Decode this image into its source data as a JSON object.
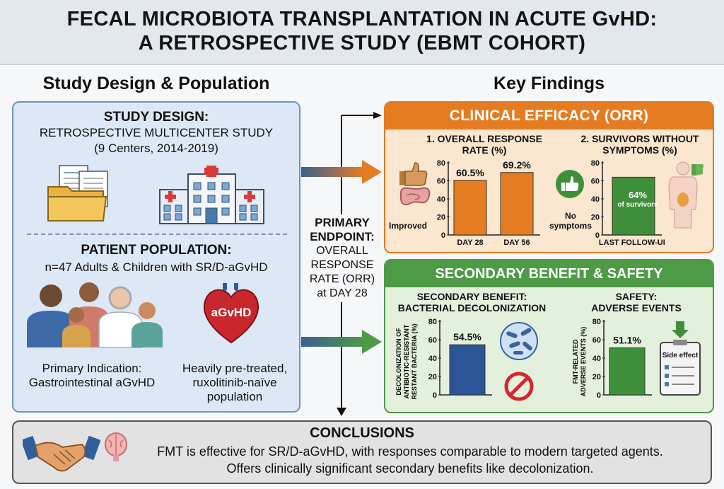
{
  "header": {
    "title_line1": "FECAL MICROBIOTA TRANSPLANTATION IN ACUTE GvHD:",
    "title_line2": "A RETROSPECTIVE STUDY (EBMT COHORT)"
  },
  "left": {
    "section_title": "Study Design & Population",
    "design_heading": "STUDY DESIGN:",
    "design_line1": "RETROSPECTIVE MULTICENTER STUDY",
    "design_line2": "(9 Centers, 2014-2019)",
    "population_heading": "PATIENT POPULATION:",
    "population_line": "n=47 Adults & Children with SR/D-aGvHD",
    "heart_label": "aGvHD",
    "indication_line1": "Primary Indication:",
    "indication_line2": "Gastrointestinal aGvHD",
    "pretreated_line1": "Heavily pre-treated,",
    "pretreated_line2": "ruxolitinib-naïve",
    "pretreated_line3": "population"
  },
  "endpoint": {
    "line1": "PRIMARY",
    "line2": "ENDPOINT:",
    "line3": "OVERALL",
    "line4": "RESPONSE",
    "line5": "RATE (ORR)",
    "line6": "at DAY 28"
  },
  "right": {
    "section_title": "Key Findings",
    "efficacy": {
      "header": "CLINICAL EFFICACY (ORR)",
      "orr_title_line1": "1. OVERALL RESPONSE",
      "orr_title_line2": "RATE (%)",
      "orr_icon_label": "Improved",
      "surv_title_line1": "2. SURVIVORS WITHOUT",
      "surv_title_line2": "SYMPTOMS (%)",
      "surv_icon_label_line1": "No",
      "surv_icon_label_line2": "symptoms",
      "surv_bar_label_line1": "64%",
      "surv_bar_label_line2": "of survivors"
    },
    "secondary": {
      "header": "SECONDARY BENEFIT & SAFETY",
      "benefit_title_line1": "SECONDARY BENEFIT:",
      "benefit_title_line2": "BACTERIAL DECOLONIZATION",
      "benefit_ylabel_line1": "DECOLONIZATION OF",
      "benefit_ylabel_line2": "ANTIBIOTIC-RESISTANT",
      "benefit_ylabel_line3": "RESTANT BACTERIA (%)",
      "safety_title_line1": "SAFETY:",
      "safety_title_line2": "ADVERSE EVENTS",
      "safety_ylabel_line1": "FMT-RELATED",
      "safety_ylabel_line2": "ADVERSE EVENTS (%)",
      "clipboard_label": "Side effect"
    }
  },
  "conclusions": {
    "heading": "CONCLUSIONS",
    "line1": "FMT is effective for SR/D-aGvHD, with responses comparable to modern targeted agents.",
    "line2": "Offers clinically significant secondary benefits like decolonization."
  },
  "colors": {
    "orange": "#e67c22",
    "green": "#4e9a47",
    "blue": "#2b5597",
    "left_bg": "#dce8f5"
  },
  "chart_data": [
    {
      "type": "bar",
      "categories": [
        "DAY 28",
        "DAY 56"
      ],
      "values": [
        60.5,
        69.2
      ],
      "value_labels": [
        "60.5%",
        "69.2%"
      ],
      "ylim": [
        0,
        80
      ],
      "yticks": [
        "0",
        "20",
        "40",
        "60",
        "80"
      ],
      "color": "#e67c22"
    },
    {
      "type": "bar",
      "categories": [
        "LAST FOLLOW-UP"
      ],
      "values": [
        64
      ],
      "ylim": [
        0,
        80
      ],
      "yticks": [
        "0",
        "20",
        "40",
        "60",
        "80"
      ],
      "color": "#3f8f3a"
    },
    {
      "type": "bar",
      "categories": [
        ""
      ],
      "values": [
        54.5
      ],
      "value_labels": [
        "54.5%"
      ],
      "ylim": [
        0,
        80
      ],
      "yticks": [
        "0",
        "20",
        "40",
        "60",
        "80"
      ],
      "color": "#2b5597"
    },
    {
      "type": "bar",
      "categories": [
        ""
      ],
      "values": [
        51.1
      ],
      "value_labels": [
        "51.1%"
      ],
      "ylim": [
        0,
        80
      ],
      "yticks": [
        "0",
        "20",
        "40",
        "60",
        "80"
      ],
      "color": "#3f8f3a"
    }
  ]
}
